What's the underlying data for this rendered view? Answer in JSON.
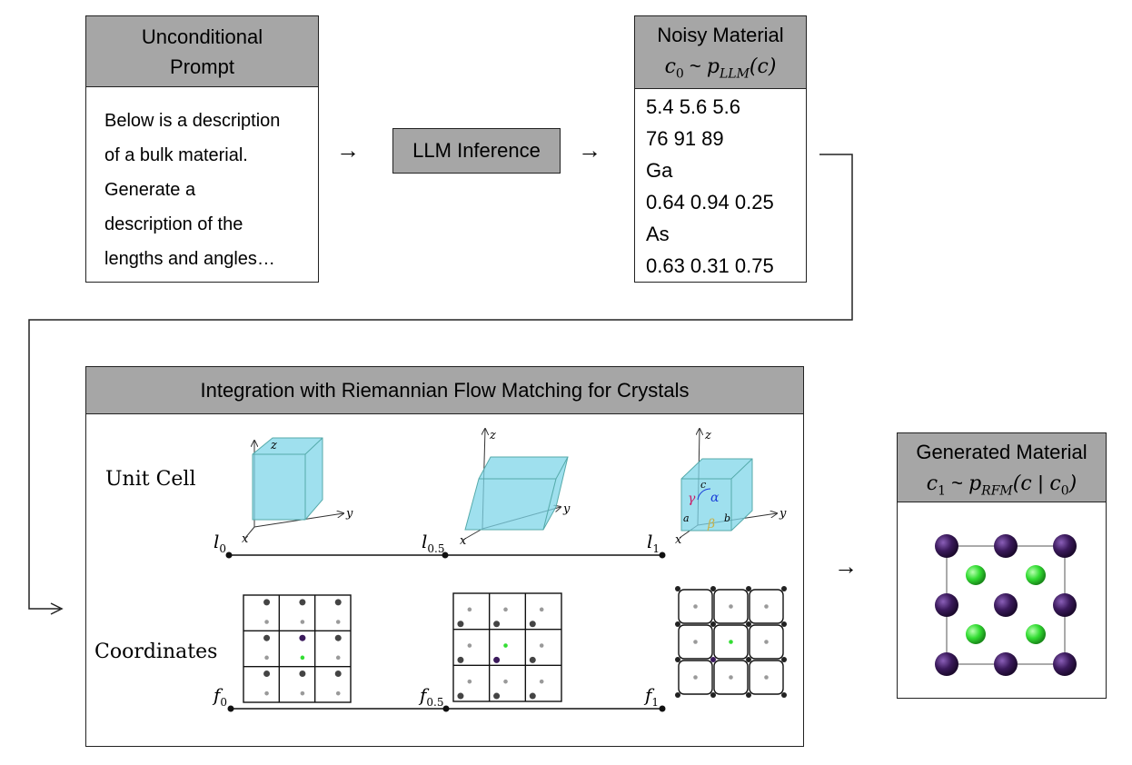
{
  "prompt_box": {
    "title_line1": "Unconditional",
    "title_line2": "Prompt",
    "body_lines": [
      "Below is a description",
      "of a bulk material.",
      "Generate a",
      "description of the",
      "lengths and angles…"
    ]
  },
  "llm_box": {
    "label": "LLM Inference"
  },
  "noisy_box": {
    "title": "Noisy Material",
    "formula": {
      "lhs": "c",
      "lhs_sub": "0",
      "op": " ~ ",
      "p": "p",
      "p_sub": "LLM",
      "arg": "(c)"
    },
    "lines": [
      "5.4 5.6 5.6",
      "76 91 89",
      "Ga",
      "0.64 0.94 0.25",
      "As",
      "0.63 0.31 0.75"
    ]
  },
  "rfm_panel": {
    "title": "Integration with Riemannian Flow Matching for Crystals",
    "row_unit_cell": "Unit Cell",
    "row_coordinates": "Coordinates",
    "l_labels": [
      {
        "base": "l",
        "sub": "0"
      },
      {
        "base": "l",
        "sub": "0.5"
      },
      {
        "base": "l",
        "sub": "1"
      }
    ],
    "f_labels": [
      {
        "base": "f",
        "sub": "0"
      },
      {
        "base": "f",
        "sub": "0.5"
      },
      {
        "base": "f",
        "sub": "1"
      }
    ],
    "axes": {
      "x": "x",
      "y": "y",
      "z": "z"
    },
    "cube_labels": {
      "gamma": "γ",
      "alpha": "α",
      "beta": "β",
      "a": "a",
      "b": "b",
      "c": "c"
    }
  },
  "generated_box": {
    "title": "Generated Material",
    "formula": {
      "lhs": "c",
      "lhs_sub": "1",
      "op": " ~ ",
      "p": "p",
      "p_sub": "RFM",
      "arg_open": "(c  ",
      "bar": "|",
      "arg_c": " c",
      "arg_c_sub": "0",
      "arg_close": ")"
    }
  },
  "arrows": {
    "glyph": "→"
  },
  "colors": {
    "header_gray": "#a6a6a6",
    "cell_fill": "#7fd6e8",
    "atom_dark": "#444444",
    "atom_gray": "#9a9a9a",
    "atom_purple": "#3b1a5c",
    "atom_green": "#33dd33",
    "gamma": "#cc1a66",
    "alpha": "#1a3fd9",
    "beta": "#c8b24a"
  }
}
